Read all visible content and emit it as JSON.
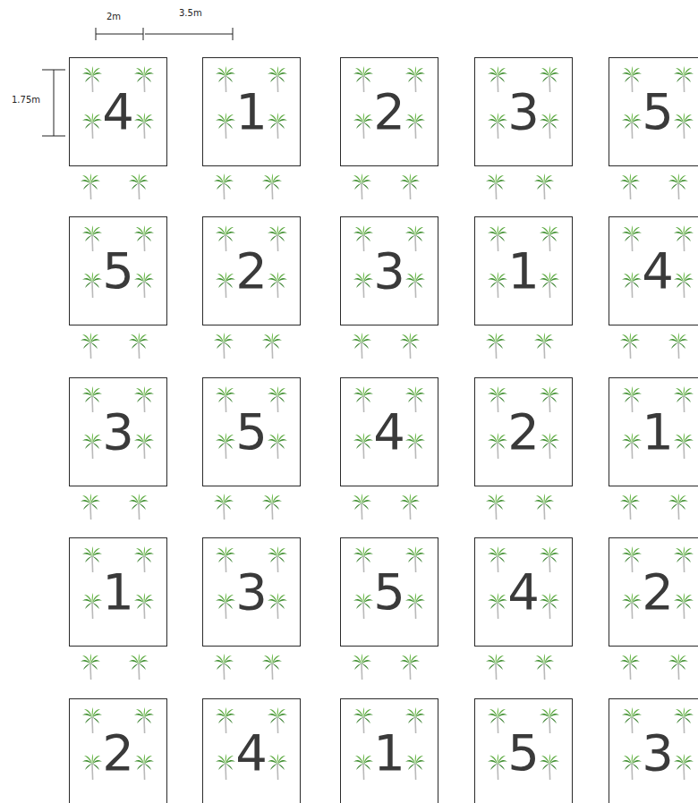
{
  "diagram": {
    "nodes": [
      {
        "text": [
          "4"
        ]
      },
      {
        "text": [
          "1"
        ]
      },
      {
        "text": [
          "2"
        ]
      },
      {
        "text": [
          "3"
        ]
      },
      {
        "text": [
          "5"
        ]
      },
      {
        "text": [
          "5"
        ]
      },
      {
        "text": [
          "2"
        ]
      },
      {
        "text": [
          "3"
        ]
      },
      {
        "text": [
          "1"
        ]
      },
      {
        "text": [
          "4"
        ]
      },
      {
        "text": [
          "3"
        ]
      },
      {
        "text": [
          "5"
        ]
      },
      {
        "text": [
          "4"
        ]
      },
      {
        "text": [
          "2"
        ]
      },
      {
        "text": [
          "1"
        ]
      },
      {
        "text": [
          "1"
        ]
      },
      {
        "text": [
          "3"
        ]
      },
      {
        "text": [
          "5"
        ]
      },
      {
        "text": [
          "4"
        ]
      },
      {
        "text": [
          "2"
        ]
      },
      {
        "text": [
          "2"
        ]
      },
      {
        "text": [
          "4"
        ]
      },
      {
        "text": [
          "1"
        ]
      },
      {
        "text": [
          "5"
        ]
      },
      {
        "text": [
          "3"
        ]
      }
    ],
    "labels": [
      "2m",
      "3.5m",
      "1.75m"
    ]
  }
}
